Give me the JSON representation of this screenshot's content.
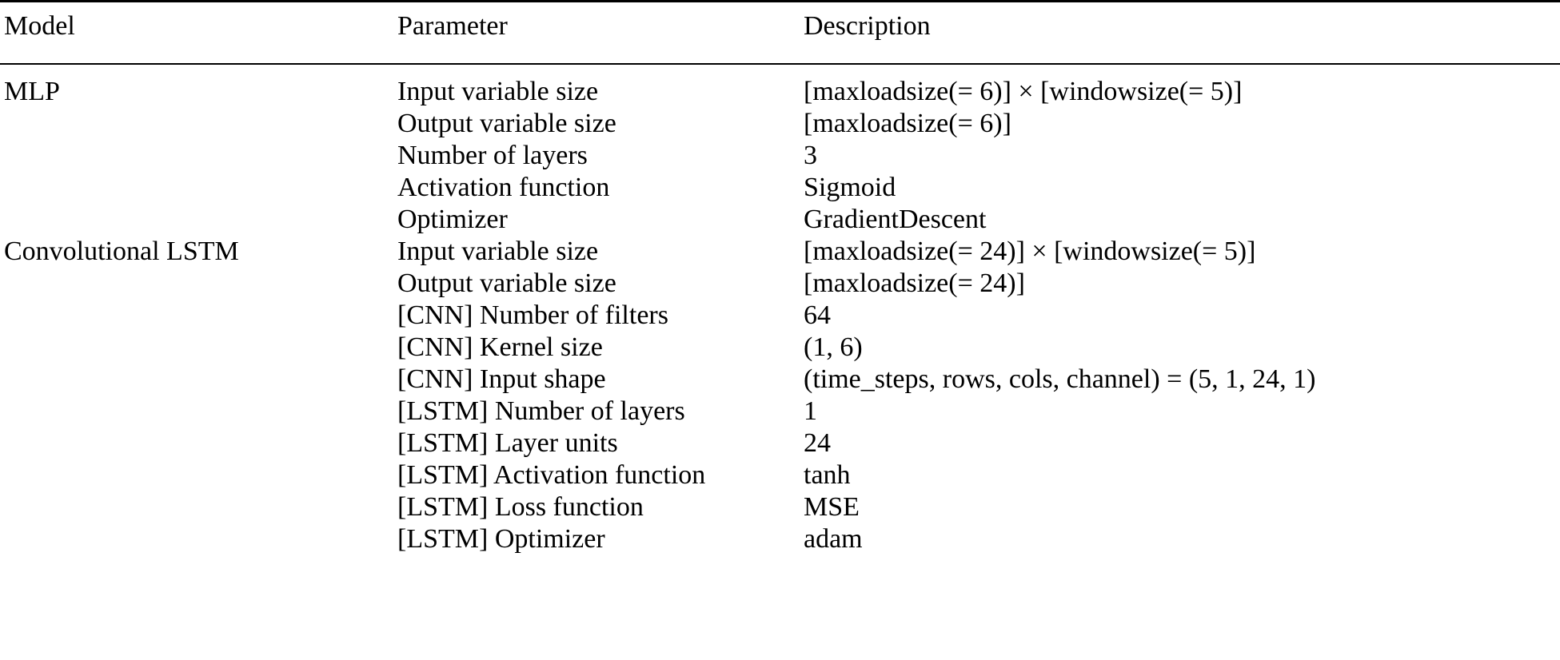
{
  "table": {
    "columns": [
      "Model",
      "Parameter",
      "Description"
    ],
    "rows": [
      {
        "model": "MLP",
        "parameter": "Input variable size",
        "description": "[maxloadsize(= 6)] × [windowsize(= 5)]"
      },
      {
        "model": "",
        "parameter": "Output variable size",
        "description": "[maxloadsize(= 6)]"
      },
      {
        "model": "",
        "parameter": "Number of layers",
        "description": "3"
      },
      {
        "model": "",
        "parameter": "Activation function",
        "description": "Sigmoid"
      },
      {
        "model": "",
        "parameter": "Optimizer",
        "description": "GradientDescent"
      },
      {
        "model": "Convolutional LSTM",
        "parameter": "Input variable size",
        "description": "[maxloadsize(= 24)] × [windowsize(= 5)]"
      },
      {
        "model": "",
        "parameter": "Output variable size",
        "description": "[maxloadsize(= 24)]"
      },
      {
        "model": "",
        "parameter": "[CNN] Number of filters",
        "description": "64"
      },
      {
        "model": "",
        "parameter": "[CNN] Kernel size",
        "description": "(1, 6)"
      },
      {
        "model": "",
        "parameter": "[CNN] Input shape",
        "description": "(time_steps, rows, cols, channel) = (5, 1, 24, 1)"
      },
      {
        "model": "",
        "parameter": "[LSTM] Number of layers",
        "description": "1"
      },
      {
        "model": "",
        "parameter": "[LSTM] Layer units",
        "description": "24"
      },
      {
        "model": "",
        "parameter": "[LSTM] Activation function",
        "description": "tanh"
      },
      {
        "model": "",
        "parameter": "[LSTM] Loss function",
        "description": "MSE"
      },
      {
        "model": "",
        "parameter": "[LSTM] Optimizer",
        "description": "adam"
      }
    ]
  },
  "colors": {
    "text": "#000000",
    "background": "#ffffff",
    "rule": "#000000"
  }
}
